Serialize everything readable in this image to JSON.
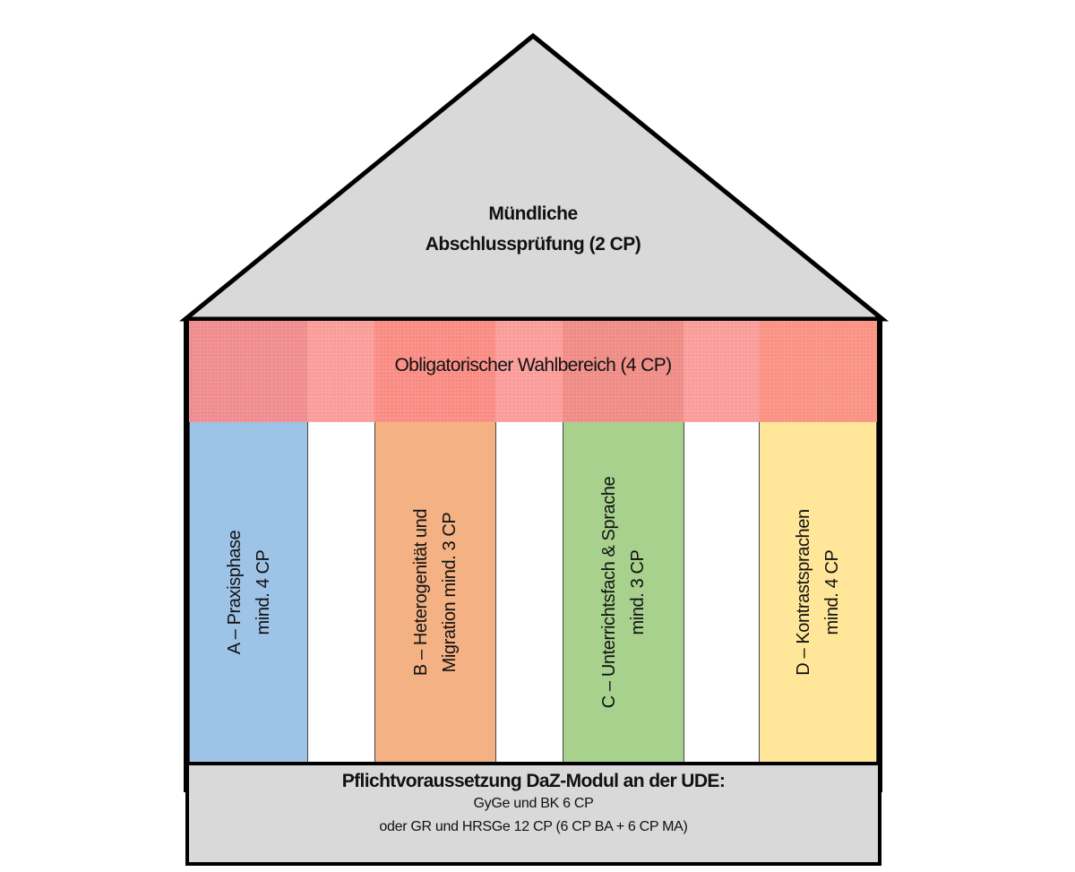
{
  "roof": {
    "title_line1": "Mündliche",
    "title_line2": "Abschlussprüfung (2 CP)",
    "fill_color": "#d9d9d9"
  },
  "band": {
    "label": "Obligatorischer Wahlbereich (4 CP)",
    "fill_color": "#f98a86"
  },
  "pillars": [
    {
      "id": "A",
      "line1": "A – Praxisphase",
      "line2": "mind. 4 CP",
      "color": "#9dc3e6"
    },
    {
      "id": "B",
      "line1": "B – Heterogenität und",
      "line2": "Migration mind. 3 CP",
      "color": "#f4b183"
    },
    {
      "id": "C",
      "line1": "C – Unterrichtsfach & Sprache",
      "line2": "mind. 3 CP",
      "color": "#a9d18e"
    },
    {
      "id": "D",
      "line1": "D – Kontrastsprachen",
      "line2": "mind. 4 CP",
      "color": "#ffe699"
    }
  ],
  "foundation": {
    "title": "Pflichtvoraussetzung DaZ-Modul an der UDE:",
    "line1": "GyGe und BK 6 CP",
    "line2": "oder GR und HRSGe 12 CP (6 CP BA + 6 CP MA)",
    "fill_color": "#d9d9d9"
  }
}
